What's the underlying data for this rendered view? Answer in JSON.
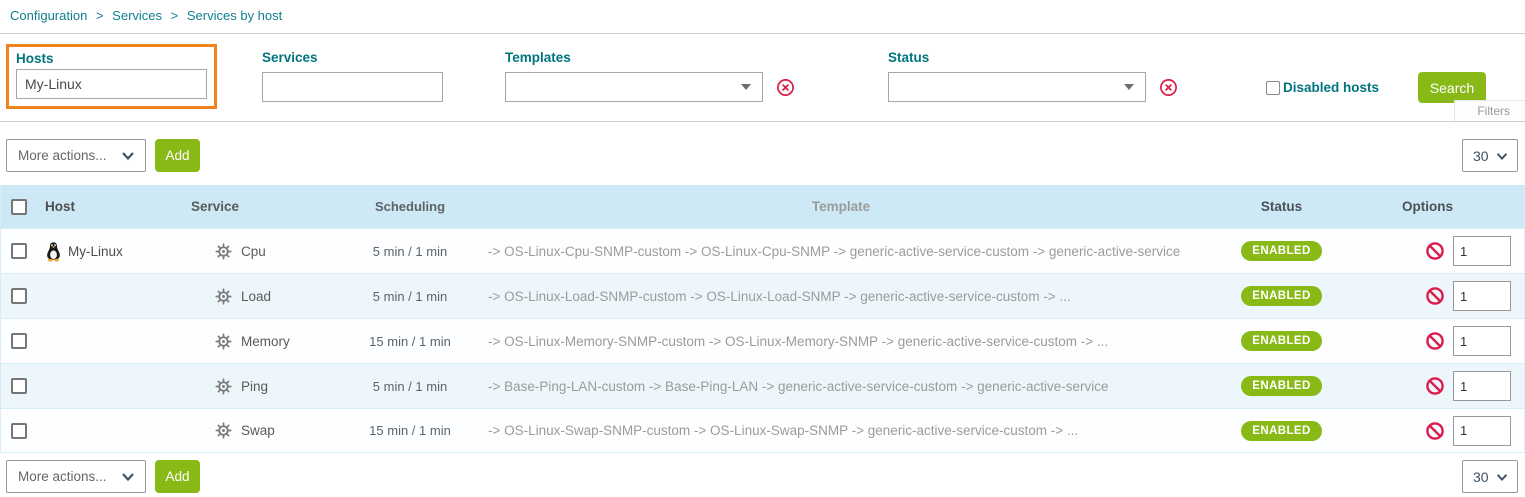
{
  "breadcrumb": {
    "items": [
      "Configuration",
      "Services",
      "Services by host"
    ],
    "separator": ">"
  },
  "filters": {
    "hosts": {
      "label": "Hosts",
      "value": "My-Linux"
    },
    "services": {
      "label": "Services",
      "value": ""
    },
    "templates": {
      "label": "Templates",
      "value": ""
    },
    "status": {
      "label": "Status",
      "value": ""
    },
    "disabled_hosts_label": "Disabled hosts",
    "search_label": "Search",
    "filters_tab_label": "Filters"
  },
  "toolbar": {
    "more_actions_label": "More actions...",
    "add_label": "Add",
    "page_size": "30"
  },
  "table": {
    "headers": {
      "host": "Host",
      "service": "Service",
      "scheduling": "Scheduling",
      "template": "Template",
      "status": "Status",
      "options": "Options"
    },
    "rows": [
      {
        "host": "My-Linux",
        "service": "Cpu",
        "scheduling": "5 min / 1 min",
        "template": "-> OS-Linux-Cpu-SNMP-custom -> OS-Linux-Cpu-SNMP -> generic-active-service-custom -> generic-active-service",
        "status": "ENABLED",
        "options_value": "1"
      },
      {
        "host": "",
        "service": "Load",
        "scheduling": "5 min / 1 min",
        "template": "-> OS-Linux-Load-SNMP-custom -> OS-Linux-Load-SNMP -> generic-active-service-custom -> ...",
        "status": "ENABLED",
        "options_value": "1"
      },
      {
        "host": "",
        "service": "Memory",
        "scheduling": "15 min / 1 min",
        "template": "-> OS-Linux-Memory-SNMP-custom -> OS-Linux-Memory-SNMP -> generic-active-service-custom -> ...",
        "status": "ENABLED",
        "options_value": "1"
      },
      {
        "host": "",
        "service": "Ping",
        "scheduling": "5 min / 1 min",
        "template": "-> Base-Ping-LAN-custom -> Base-Ping-LAN -> generic-active-service-custom -> generic-active-service",
        "status": "ENABLED",
        "options_value": "1"
      },
      {
        "host": "",
        "service": "Swap",
        "scheduling": "15 min / 1 min",
        "template": "-> OS-Linux-Swap-SNMP-custom -> OS-Linux-Swap-SNMP -> generic-active-service-custom -> ...",
        "status": "ENABLED",
        "options_value": "1"
      }
    ]
  },
  "colors": {
    "teal": "#00747f",
    "green": "#88b917",
    "orange": "#f0831e",
    "red": "#dc1c4c",
    "header_bg": "#cde9f6"
  }
}
